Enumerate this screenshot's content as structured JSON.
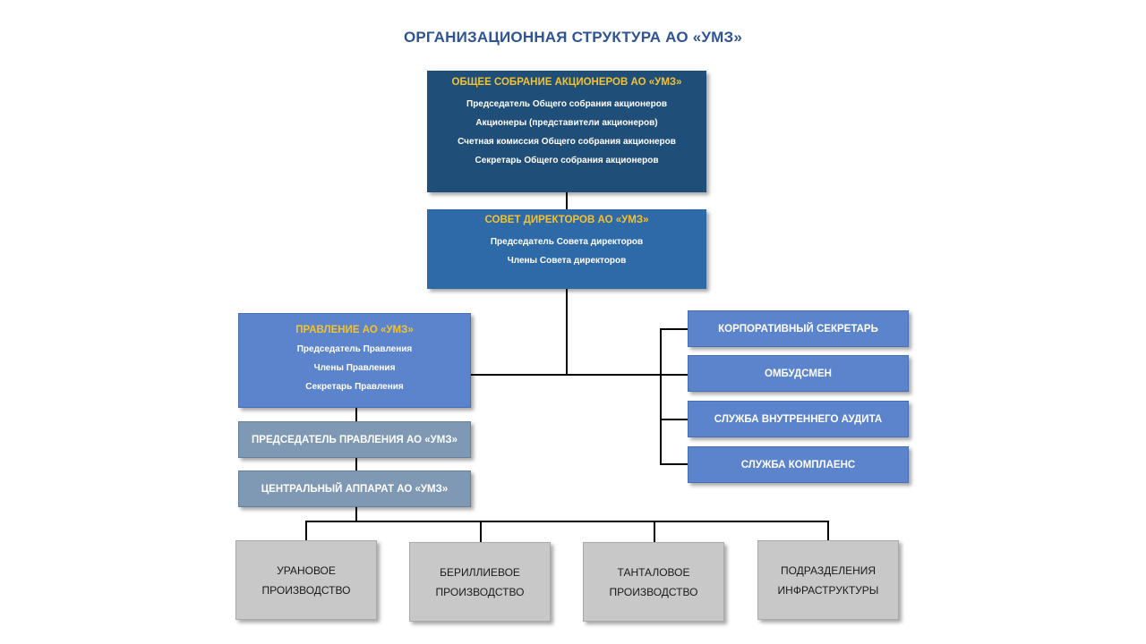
{
  "title": "ОРГАНИЗАЦИОННАЯ СТРУКТУРА АО «УМЗ»",
  "shareholders_meeting": {
    "heading": "ОБЩЕЕ СОБРАНИЕ АКЦИОНЕРОВ АО «УМЗ»",
    "members": [
      "Председатель Общего собрания акционеров",
      "Акционеры (представители акционеров)",
      "Счетная комиссия Общего собрания акционеров",
      "Секретарь Общего собрания акционеров"
    ]
  },
  "board_of_directors": {
    "heading": "СОВЕТ ДИРЕКТОРОВ АО «УМЗ»",
    "members": [
      "Председатель Совета директоров",
      "Члены Совета директоров"
    ]
  },
  "management_board": {
    "heading": "ПРАВЛЕНИЕ АО «УМЗ»",
    "members": [
      "Председатель Правления",
      "Члены Правления",
      "Секретарь Правления"
    ]
  },
  "side_units": [
    "КОРПОРАТИВНЫЙ СЕКРЕТАРЬ",
    "ОМБУДСМЕН",
    "СЛУЖБА ВНУТРЕННЕГО АУДИТА",
    "СЛУЖБА КОМПЛАЕНС"
  ],
  "chairman": "ПРЕДСЕДАТЕЛЬ ПРАВЛЕНИЯ АО «УМЗ»",
  "central_office": "ЦЕНТРАЛЬНЫЙ АППАРАТ АО «УМЗ»",
  "divisions": [
    {
      "line1": "УРАНОВОЕ",
      "line2": "ПРОИЗВОДСТВО"
    },
    {
      "line1": "БЕРИЛЛИЕВОЕ",
      "line2": "ПРОИЗВОДСТВО"
    },
    {
      "line1": "ТАНТАЛОВОЕ",
      "line2": "ПРОИЗВОДСТВО"
    },
    {
      "line1": "ПОДРАЗДЕЛЕНИЯ",
      "line2": "ИНФРАСТРУКТУРЫ"
    }
  ],
  "colors": {
    "title": "#2f5496",
    "heading_accent": "#f2c230",
    "shareholders_bg": "#1f4e79",
    "board_bg": "#2e6aa8",
    "management_bg": "#5b84cc",
    "executive_bg": "#7f98b4",
    "division_bg": "#c8c8c8"
  }
}
